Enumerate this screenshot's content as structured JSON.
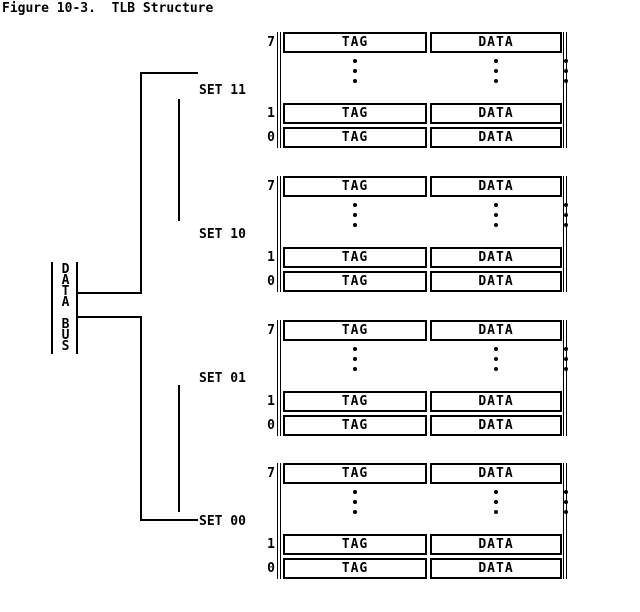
{
  "title": "Figure 10-3.  TLB Structure",
  "data_bus": {
    "label": "DATA BUS",
    "letters": [
      "D",
      "A",
      "T",
      "A",
      "B",
      "U",
      "S"
    ]
  },
  "sets": [
    {
      "label": "SET 11"
    },
    {
      "label": "SET 10"
    },
    {
      "label": "SET 01"
    },
    {
      "label": "SET 00"
    }
  ],
  "entry_rows": {
    "top": "7",
    "middle": "1",
    "bottom": "0"
  },
  "cells": {
    "tag": "TAG",
    "data": "DATA"
  },
  "colors": {
    "line": "#000000",
    "background": "#ffffff",
    "text": "#000000"
  }
}
